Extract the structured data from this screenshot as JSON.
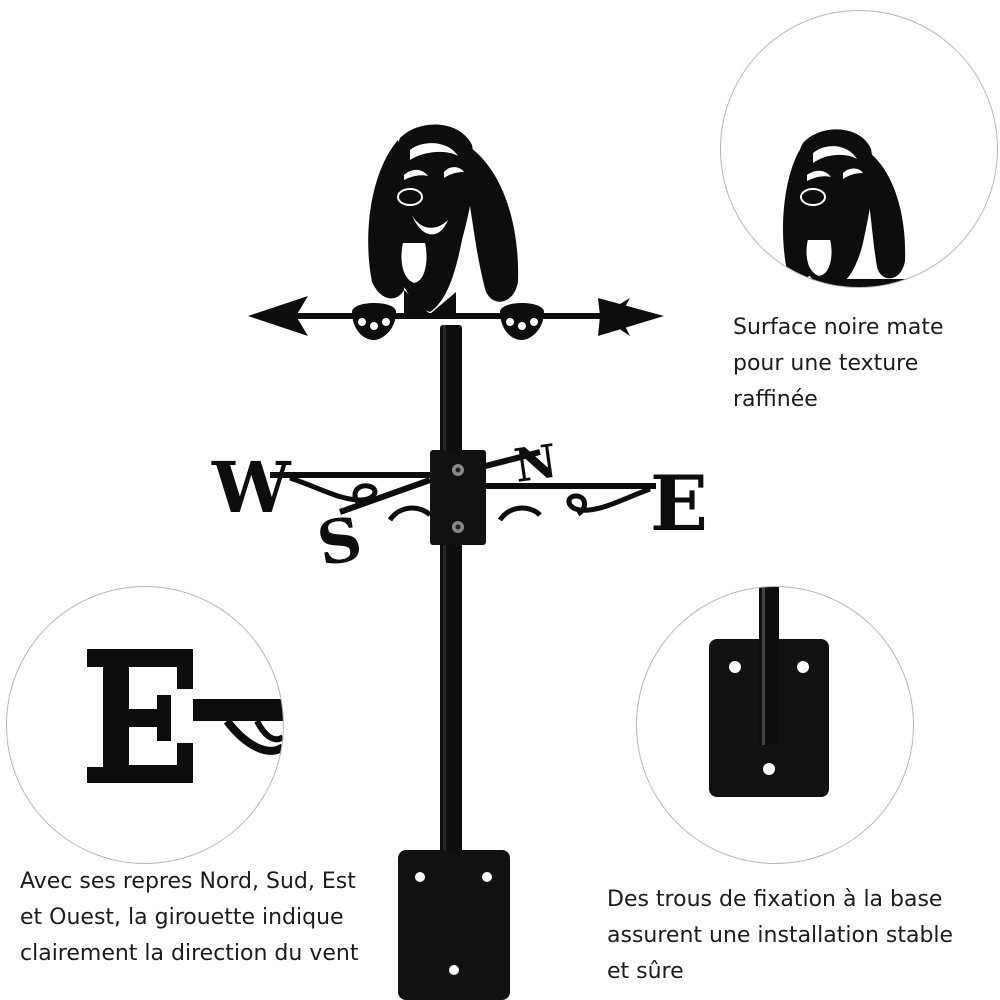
{
  "captions": {
    "top_right": [
      "Surface noire mate",
      "pour une texture",
      "raffinée"
    ],
    "bottom_left": [
      "Avec ses repres Nord, Sud, Est",
      "et Ouest, la girouette indique",
      "clairement la direction du vent"
    ],
    "bottom_right": [
      "Des trous de fixation à la base",
      "assurent une installation stable",
      "et sûre"
    ]
  },
  "compass_letters": {
    "west": "W",
    "east": "E",
    "north": "N",
    "south": "S"
  },
  "colors": {
    "metal": "#0d0d0d",
    "circle_border": "#b8b8b8",
    "background": "#ffffff"
  },
  "icons": {
    "main": "dog-weathervane-icon",
    "detail_dog": "dog-head-icon",
    "detail_letter": "letter-e-icon",
    "detail_base": "mounting-plate-icon"
  }
}
